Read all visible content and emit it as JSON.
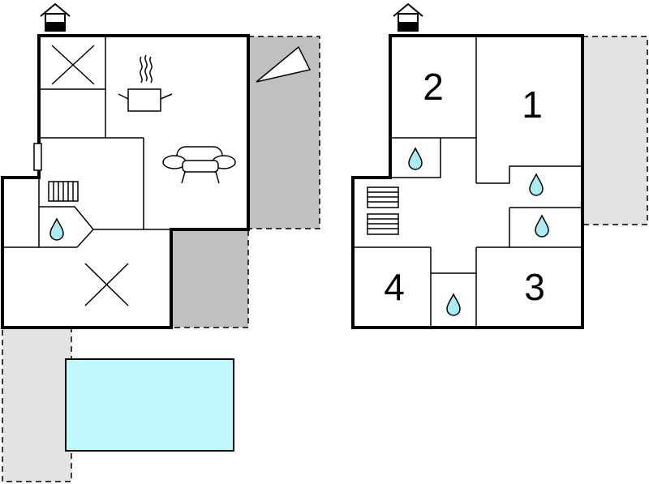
{
  "floors": [
    {
      "id": "ground",
      "entrance_icon": "house-entrance-icon",
      "room_icons": [
        "storage-x-icon",
        "kitchen-pot-icon",
        "sofa-icon",
        "stairs-icon",
        "bathroom-drop-icon",
        "room-x-icon"
      ]
    },
    {
      "id": "upper",
      "entrance_icon": "house-entrance-icon",
      "rooms": [
        {
          "label": "1"
        },
        {
          "label": "2"
        },
        {
          "label": "3"
        },
        {
          "label": "4"
        }
      ]
    }
  ],
  "colors": {
    "wall": "#000000",
    "terrace_dark": "#c0c0c0",
    "terrace_light": "#e3e3e3",
    "pool": "#bff9ff",
    "drop": "#a9ecf4"
  }
}
